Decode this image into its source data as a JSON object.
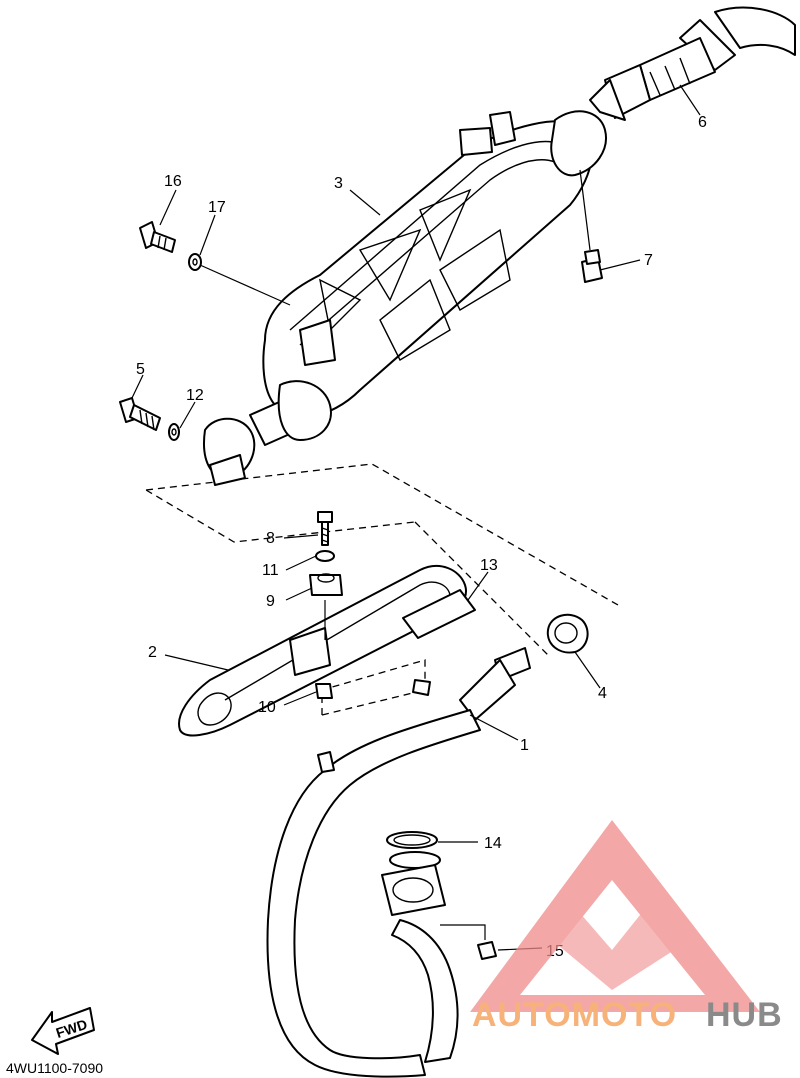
{
  "diagram": {
    "drawing_code": "4WU1100-7090",
    "fwd_label": "FWD",
    "callouts": [
      {
        "id": "1",
        "label": "1"
      },
      {
        "id": "2",
        "label": "2"
      },
      {
        "id": "3",
        "label": "3"
      },
      {
        "id": "4",
        "label": "4"
      },
      {
        "id": "5",
        "label": "5"
      },
      {
        "id": "6",
        "label": "6"
      },
      {
        "id": "7",
        "label": "7"
      },
      {
        "id": "8",
        "label": "8"
      },
      {
        "id": "9",
        "label": "9"
      },
      {
        "id": "10",
        "label": "10"
      },
      {
        "id": "11",
        "label": "11"
      },
      {
        "id": "12",
        "label": "12"
      },
      {
        "id": "13",
        "label": "13"
      },
      {
        "id": "14",
        "label": "14"
      },
      {
        "id": "15",
        "label": "15"
      },
      {
        "id": "16",
        "label": "16"
      },
      {
        "id": "17",
        "label": "17"
      }
    ]
  },
  "watermark": {
    "text_part_a": "AUTOMOTO",
    "text_part_b": "HUB",
    "color_a": "#f7b27a",
    "color_b": "#8a8a8a",
    "logo_color": "#f08a8a"
  }
}
